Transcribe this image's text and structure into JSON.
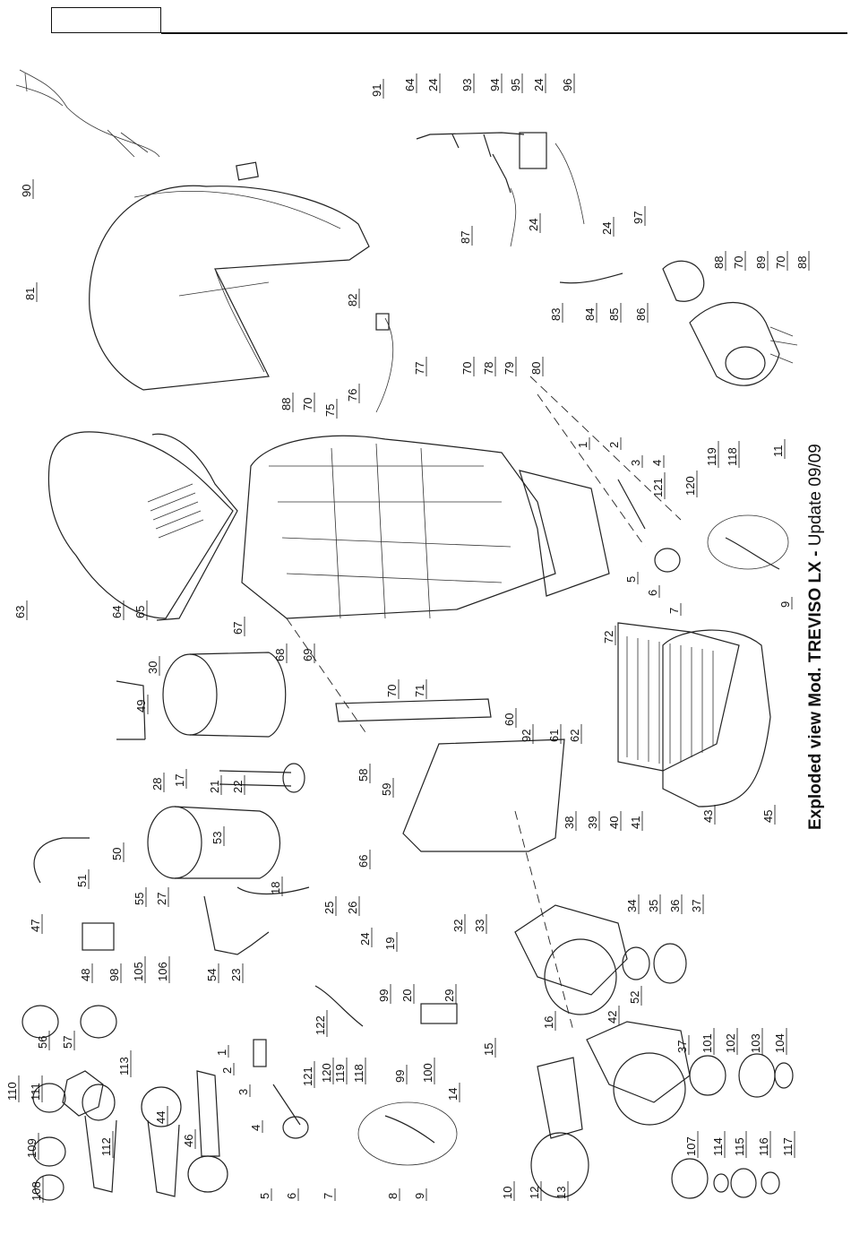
{
  "header": {
    "box_text": ""
  },
  "caption": {
    "title": "Exploded view Mod. TREVISO LX -",
    "update": "Update 09/09"
  },
  "part_numbers": [
    "1",
    "2",
    "3",
    "4",
    "5",
    "6",
    "7",
    "8",
    "9",
    "10",
    "11",
    "12",
    "13",
    "14",
    "15",
    "16",
    "17",
    "18",
    "19",
    "20",
    "21",
    "22",
    "23",
    "24",
    "25",
    "26",
    "27",
    "28",
    "29",
    "30",
    "32",
    "33",
    "34",
    "35",
    "36",
    "37",
    "38",
    "39",
    "40",
    "41",
    "42",
    "43",
    "44",
    "45",
    "46",
    "47",
    "48",
    "49",
    "50",
    "51",
    "52",
    "53",
    "54",
    "55",
    "56",
    "57",
    "58",
    "59",
    "60",
    "61",
    "62",
    "63",
    "64",
    "65",
    "66",
    "67",
    "68",
    "69",
    "70",
    "71",
    "72",
    "75",
    "76",
    "77",
    "78",
    "79",
    "80",
    "81",
    "82",
    "83",
    "84",
    "85",
    "86",
    "87",
    "88",
    "89",
    "90",
    "91",
    "92",
    "93",
    "94",
    "95",
    "96",
    "97",
    "98",
    "99",
    "100",
    "101",
    "102",
    "103",
    "104",
    "105",
    "106",
    "107",
    "108",
    "109",
    "110",
    "111",
    "112",
    "113",
    "114",
    "115",
    "116",
    "117",
    "118",
    "119",
    "120",
    "121",
    "122"
  ],
  "callouts": [
    {
      "id": "c90",
      "text": "90"
    },
    {
      "id": "c91",
      "text": "91"
    },
    {
      "id": "c64a",
      "text": "64"
    },
    {
      "id": "c24a",
      "text": "24"
    },
    {
      "id": "c93",
      "text": "93"
    },
    {
      "id": "c94",
      "text": "94"
    },
    {
      "id": "c95",
      "text": "95"
    },
    {
      "id": "c24b",
      "text": "24"
    },
    {
      "id": "c96",
      "text": "96"
    },
    {
      "id": "c87",
      "text": "87"
    },
    {
      "id": "c24c",
      "text": "24"
    },
    {
      "id": "c24d",
      "text": "24"
    },
    {
      "id": "c97",
      "text": "97"
    },
    {
      "id": "c88a",
      "text": "88"
    },
    {
      "id": "c70a",
      "text": "70"
    },
    {
      "id": "c89",
      "text": "89"
    },
    {
      "id": "c70b",
      "text": "70"
    },
    {
      "id": "c88b",
      "text": "88"
    },
    {
      "id": "c83",
      "text": "83"
    },
    {
      "id": "c84",
      "text": "84"
    },
    {
      "id": "c85",
      "text": "85"
    },
    {
      "id": "c86",
      "text": "86"
    },
    {
      "id": "c81",
      "text": "81"
    },
    {
      "id": "c82",
      "text": "82"
    },
    {
      "id": "c88c",
      "text": "88"
    },
    {
      "id": "c70c",
      "text": "70"
    },
    {
      "id": "c75",
      "text": "75"
    },
    {
      "id": "c76",
      "text": "76"
    },
    {
      "id": "c77",
      "text": "77"
    },
    {
      "id": "c70d",
      "text": "70"
    },
    {
      "id": "c78",
      "text": "78"
    },
    {
      "id": "c79",
      "text": "79"
    },
    {
      "id": "c80",
      "text": "80"
    },
    {
      "id": "c1a",
      "text": "1"
    },
    {
      "id": "c2a",
      "text": "2"
    },
    {
      "id": "c3a",
      "text": "3"
    },
    {
      "id": "c4a",
      "text": "4"
    },
    {
      "id": "c121a",
      "text": "121"
    },
    {
      "id": "c120a",
      "text": "120"
    },
    {
      "id": "c119a",
      "text": "119"
    },
    {
      "id": "c118a",
      "text": "118"
    },
    {
      "id": "c11",
      "text": "11"
    },
    {
      "id": "c5a",
      "text": "5"
    },
    {
      "id": "c6a",
      "text": "6"
    },
    {
      "id": "c7a",
      "text": "7"
    },
    {
      "id": "c9a",
      "text": "9"
    },
    {
      "id": "c63",
      "text": "63"
    },
    {
      "id": "c64b",
      "text": "64"
    },
    {
      "id": "c65",
      "text": "65"
    },
    {
      "id": "c67",
      "text": "67"
    },
    {
      "id": "c68",
      "text": "68"
    },
    {
      "id": "c69",
      "text": "69"
    },
    {
      "id": "c70e",
      "text": "70"
    },
    {
      "id": "c71",
      "text": "71"
    },
    {
      "id": "c72",
      "text": "72"
    },
    {
      "id": "c30",
      "text": "30"
    },
    {
      "id": "c49",
      "text": "49"
    },
    {
      "id": "c28",
      "text": "28"
    },
    {
      "id": "c17",
      "text": "17"
    },
    {
      "id": "c21",
      "text": "21"
    },
    {
      "id": "c22",
      "text": "22"
    },
    {
      "id": "c58",
      "text": "58"
    },
    {
      "id": "c60",
      "text": "60"
    },
    {
      "id": "c92",
      "text": "92"
    },
    {
      "id": "c61",
      "text": "61"
    },
    {
      "id": "c62",
      "text": "62"
    },
    {
      "id": "c43",
      "text": "43"
    },
    {
      "id": "c45",
      "text": "45"
    },
    {
      "id": "c59",
      "text": "59"
    },
    {
      "id": "c47",
      "text": "47"
    },
    {
      "id": "c51",
      "text": "51"
    },
    {
      "id": "c50",
      "text": "50"
    },
    {
      "id": "c53",
      "text": "53"
    },
    {
      "id": "c55",
      "text": "55"
    },
    {
      "id": "c27",
      "text": "27"
    },
    {
      "id": "c18",
      "text": "18"
    },
    {
      "id": "c66",
      "text": "66"
    },
    {
      "id": "c25",
      "text": "25"
    },
    {
      "id": "c26",
      "text": "26"
    },
    {
      "id": "c24e",
      "text": "24"
    },
    {
      "id": "c19",
      "text": "19"
    },
    {
      "id": "c32",
      "text": "32"
    },
    {
      "id": "c33",
      "text": "33"
    },
    {
      "id": "c38",
      "text": "38"
    },
    {
      "id": "c39",
      "text": "39"
    },
    {
      "id": "c40",
      "text": "40"
    },
    {
      "id": "c41",
      "text": "41"
    },
    {
      "id": "c34",
      "text": "34"
    },
    {
      "id": "c35",
      "text": "35"
    },
    {
      "id": "c36",
      "text": "36"
    },
    {
      "id": "c37a",
      "text": "37"
    },
    {
      "id": "c48",
      "text": "48"
    },
    {
      "id": "c98",
      "text": "98"
    },
    {
      "id": "c105",
      "text": "105"
    },
    {
      "id": "c106",
      "text": "106"
    },
    {
      "id": "c54",
      "text": "54"
    },
    {
      "id": "c23",
      "text": "23"
    },
    {
      "id": "c122",
      "text": "122"
    },
    {
      "id": "c99a",
      "text": "99"
    },
    {
      "id": "c20",
      "text": "20"
    },
    {
      "id": "c29",
      "text": "29"
    },
    {
      "id": "c15",
      "text": "15"
    },
    {
      "id": "c16",
      "text": "16"
    },
    {
      "id": "c42",
      "text": "42"
    },
    {
      "id": "c52",
      "text": "52"
    },
    {
      "id": "c37b",
      "text": "37"
    },
    {
      "id": "c101",
      "text": "101"
    },
    {
      "id": "c102",
      "text": "102"
    },
    {
      "id": "c103",
      "text": "103"
    },
    {
      "id": "c104",
      "text": "104"
    },
    {
      "id": "c56",
      "text": "56"
    },
    {
      "id": "c57",
      "text": "57"
    },
    {
      "id": "c1b",
      "text": "1"
    },
    {
      "id": "c2b",
      "text": "2"
    },
    {
      "id": "c3b",
      "text": "3"
    },
    {
      "id": "c4b",
      "text": "4"
    },
    {
      "id": "c121b",
      "text": "121"
    },
    {
      "id": "c120b",
      "text": "120"
    },
    {
      "id": "c119b",
      "text": "119"
    },
    {
      "id": "c118b",
      "text": "118"
    },
    {
      "id": "c99b",
      "text": "99"
    },
    {
      "id": "c100",
      "text": "100"
    },
    {
      "id": "c14",
      "text": "14"
    },
    {
      "id": "c5b",
      "text": "5"
    },
    {
      "id": "c6b",
      "text": "6"
    },
    {
      "id": "c7b",
      "text": "7"
    },
    {
      "id": "c8",
      "text": "8"
    },
    {
      "id": "c9b",
      "text": "9"
    },
    {
      "id": "c10",
      "text": "10"
    },
    {
      "id": "c12",
      "text": "12"
    },
    {
      "id": "c13",
      "text": "13"
    },
    {
      "id": "c110",
      "text": "110"
    },
    {
      "id": "c111",
      "text": "111"
    },
    {
      "id": "c113",
      "text": "113"
    },
    {
      "id": "c109",
      "text": "109"
    },
    {
      "id": "c112",
      "text": "112"
    },
    {
      "id": "c108",
      "text": "108"
    },
    {
      "id": "c44",
      "text": "44"
    },
    {
      "id": "c46",
      "text": "46"
    },
    {
      "id": "c107",
      "text": "107"
    },
    {
      "id": "c114",
      "text": "114"
    },
    {
      "id": "c115",
      "text": "115"
    },
    {
      "id": "c116",
      "text": "116"
    },
    {
      "id": "c117",
      "text": "117"
    }
  ]
}
